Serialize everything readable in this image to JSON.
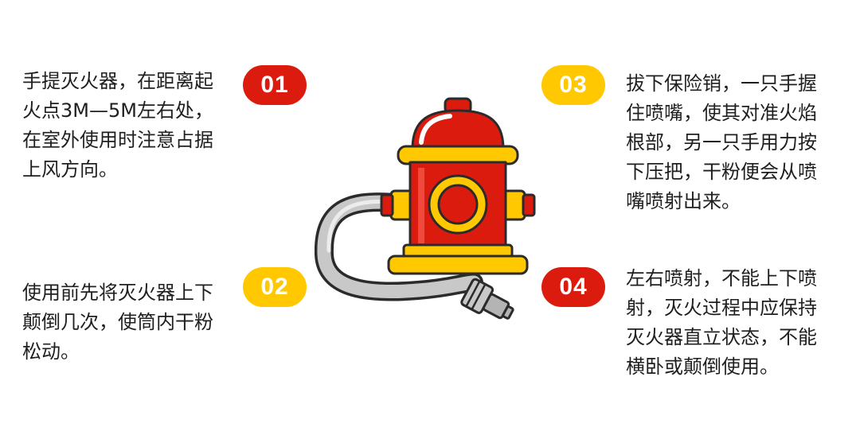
{
  "colors": {
    "red": "#DC1B0F",
    "yellow": "#FFC800",
    "outline": "#2B2B2B",
    "hose": "#C8C8C8",
    "text": "#1F1F1F"
  },
  "steps": [
    {
      "number": "01",
      "badge_color": "#DC1B0F",
      "lines": [
        "手提灭火器，在距离起",
        "火点3M—5M左右处，",
        "在室外使用时注意占据",
        "上风方向。"
      ]
    },
    {
      "number": "02",
      "badge_color": "#FFC800",
      "lines": [
        "使用前先将灭火器上下",
        "颠倒几次，使筒内干粉",
        "松动。"
      ]
    },
    {
      "number": "03",
      "badge_color": "#FFC800",
      "lines": [
        "拔下保险销，一只手握",
        "住喷嘴，使其对准火焰",
        "根部，另一只手用力按",
        "下压把，干粉便会从喷",
        "嘴喷射出来。"
      ]
    },
    {
      "number": "04",
      "badge_color": "#DC1B0F",
      "lines": [
        "左右喷射，不能上下喷",
        "射，灭火过程中应保持",
        "灭火器直立状态，不能",
        "横卧或颠倒使用。"
      ]
    }
  ],
  "illustration": {
    "icon": "fire-hydrant-with-hose-icon"
  }
}
